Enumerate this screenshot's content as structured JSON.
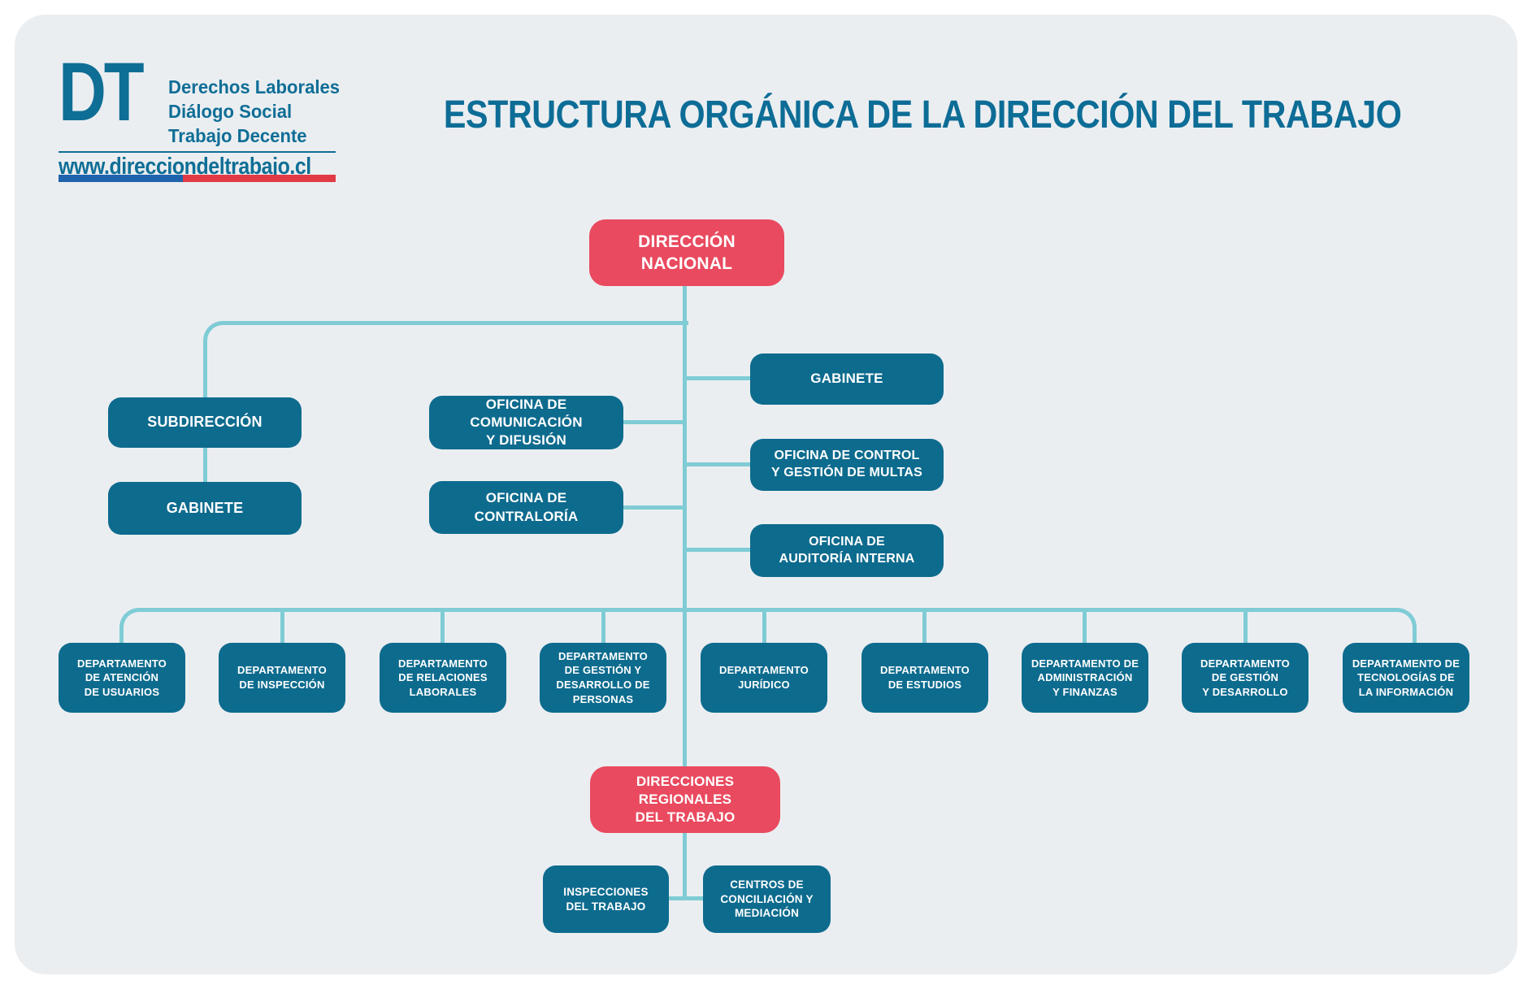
{
  "page": {
    "background": "#ffffff",
    "card_background": "#ebeef1"
  },
  "logo": {
    "monogram": "DT",
    "taglines": "Derechos Laborales\nDiálogo Social\nTrabajo Decente",
    "url": "www.direcciondeltrabajo.cl"
  },
  "title": "ESTRUCTURA ORGÁNICA DE  LA DIRECCIÓN DEL TRABAJO",
  "colors": {
    "node_teal": "#0d6b8e",
    "node_red": "#e94a5f",
    "connector": "#7fccd5",
    "brand_teal": "#0f6e96",
    "flag_blue": "#1f63ad",
    "flag_red": "#e23a44"
  },
  "org": {
    "root": {
      "label": "DIRECCIÓN\nNACIONAL"
    },
    "subdireccion": {
      "label": "SUBDIRECCIÓN"
    },
    "gabinete_subdireccion": {
      "label": "GABINETE"
    },
    "oficina_comunicacion": {
      "label": "OFICINA DE COMUNICACIÓN\nY DIFUSIÓN"
    },
    "oficina_contraloria": {
      "label": "OFICINA DE\nCONTRALORÍA"
    },
    "gabinete_nacional": {
      "label": "GABINETE"
    },
    "oficina_control_multas": {
      "label": "OFICINA DE CONTROL\nY GESTIÓN DE MULTAS"
    },
    "oficina_auditoria": {
      "label": "OFICINA DE\nAUDITORÍA INTERNA"
    },
    "departamentos": [
      {
        "label": "DEPARTAMENTO\nDE ATENCIÓN\nDE USUARIOS"
      },
      {
        "label": "DEPARTAMENTO\nDE INSPECCIÓN"
      },
      {
        "label": "DEPARTAMENTO\nDE RELACIONES\nLABORALES"
      },
      {
        "label": "DEPARTAMENTO\nDE GESTIÓN Y\nDESARROLLO DE\nPERSONAS"
      },
      {
        "label": "DEPARTAMENTO\nJURÍDICO"
      },
      {
        "label": "DEPARTAMENTO\nDE ESTUDIOS"
      },
      {
        "label": "DEPARTAMENTO DE\nADMINISTRACIÓN\nY FINANZAS"
      },
      {
        "label": "DEPARTAMENTO\nDE GESTIÓN\nY DESARROLLO"
      },
      {
        "label": "DEPARTAMENTO DE\nTECNOLOGÍAS DE\nLA INFORMACIÓN"
      }
    ],
    "direcciones_regionales": {
      "label": "DIRECCIONES REGIONALES\nDEL TRABAJO"
    },
    "inspecciones_trabajo": {
      "label": "INSPECCIONES\nDEL TRABAJO"
    },
    "centros_conciliacion": {
      "label": "CENTROS DE\nCONCILIACIÓN Y\nMEDIACIÓN"
    }
  }
}
